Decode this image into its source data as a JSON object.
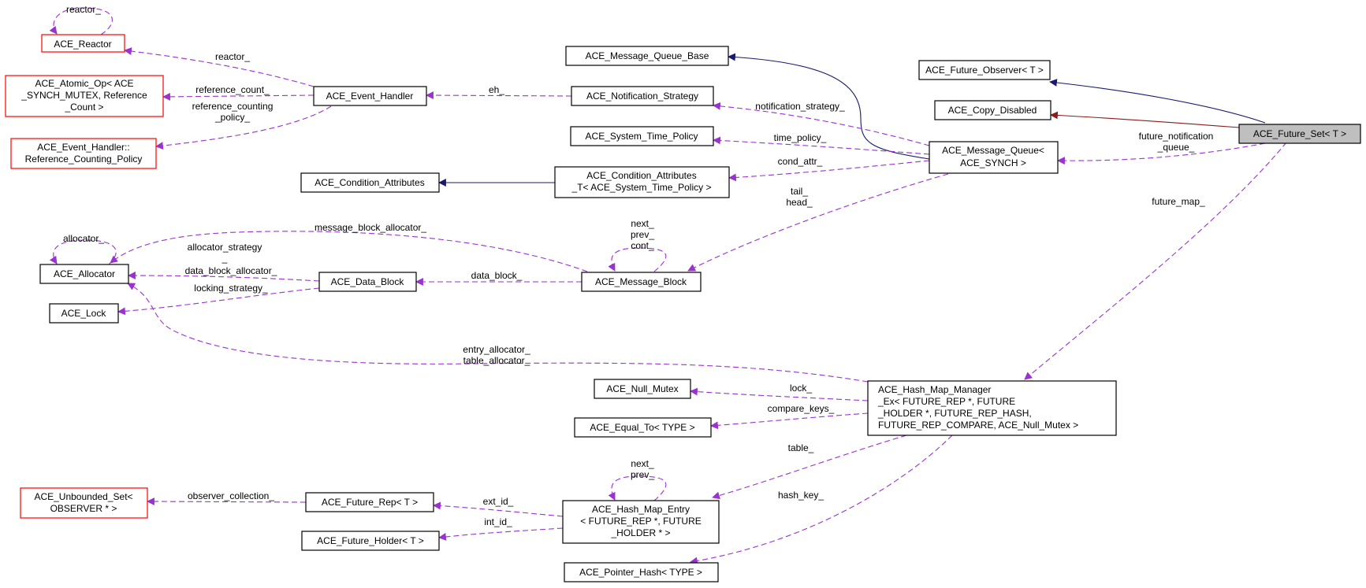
{
  "nodes": {
    "reactor": {
      "lines": [
        "ACE_Reactor"
      ]
    },
    "atomic_op": {
      "lines": [
        "ACE_Atomic_Op< ACE",
        "_SYNCH_MUTEX, Reference",
        "_Count >"
      ]
    },
    "event_handler_policy": {
      "lines": [
        "ACE_Event_Handler::",
        "Reference_Counting_Policy"
      ]
    },
    "event_handler": {
      "lines": [
        "ACE_Event_Handler"
      ]
    },
    "condition_attributes": {
      "lines": [
        "ACE_Condition_Attributes"
      ]
    },
    "allocator": {
      "lines": [
        "ACE_Allocator"
      ]
    },
    "lock": {
      "lines": [
        "ACE_Lock"
      ]
    },
    "data_block": {
      "lines": [
        "ACE_Data_Block"
      ]
    },
    "mq_base": {
      "lines": [
        "ACE_Message_Queue_Base"
      ]
    },
    "notification_strategy": {
      "lines": [
        "ACE_Notification_Strategy"
      ]
    },
    "system_time_policy": {
      "lines": [
        "ACE_System_Time_Policy"
      ]
    },
    "condition_attributes_t": {
      "lines": [
        "ACE_Condition_Attributes",
        "_T< ACE_System_Time_Policy >"
      ]
    },
    "message_block": {
      "lines": [
        "ACE_Message_Block"
      ]
    },
    "future_observer": {
      "lines": [
        "ACE_Future_Observer< T >"
      ]
    },
    "copy_disabled": {
      "lines": [
        "ACE_Copy_Disabled"
      ]
    },
    "message_queue": {
      "lines": [
        "ACE_Message_Queue<",
        "ACE_SYNCH >"
      ]
    },
    "future_set": {
      "lines": [
        "ACE_Future_Set< T >"
      ]
    },
    "null_mutex": {
      "lines": [
        "ACE_Null_Mutex"
      ]
    },
    "equal_to": {
      "lines": [
        "ACE_Equal_To< TYPE >"
      ]
    },
    "hash_map_manager": {
      "lines": [
        "ACE_Hash_Map_Manager",
        "_Ex< FUTURE_REP *, FUTURE",
        "_HOLDER *, FUTURE_REP_HASH,",
        "FUTURE_REP_COMPARE, ACE_Null_Mutex >"
      ]
    },
    "unbounded_set": {
      "lines": [
        "ACE_Unbounded_Set<",
        "OBSERVER * >"
      ]
    },
    "future_rep": {
      "lines": [
        "ACE_Future_Rep< T >"
      ]
    },
    "future_holder": {
      "lines": [
        "ACE_Future_Holder< T >"
      ]
    },
    "hash_map_entry": {
      "lines": [
        "ACE_Hash_Map_Entry",
        "< FUTURE_REP *, FUTURE",
        "_HOLDER * >"
      ]
    },
    "pointer_hash": {
      "lines": [
        "ACE_Pointer_Hash< TYPE >"
      ]
    }
  },
  "edge_labels": {
    "reactor_self": [
      "reactor_"
    ],
    "reactor": [
      "reactor_"
    ],
    "reference_count": [
      "reference_count_"
    ],
    "reference_counting_policy": [
      "reference_counting",
      "_policy_"
    ],
    "eh": [
      "eh_"
    ],
    "allocator_self": [
      "allocator_"
    ],
    "message_block_allocator": [
      "message_block_allocator_"
    ],
    "allocator_strategy": [
      "allocator_strategy",
      "_"
    ],
    "data_block_allocator": [
      "data_block_allocator_"
    ],
    "locking_strategy": [
      "locking_strategy_"
    ],
    "data_block": [
      "data_block_"
    ],
    "message_block_self": [
      "next_",
      "prev_",
      "cont_"
    ],
    "notification_strategy": [
      "notification_strategy_"
    ],
    "time_policy": [
      "time_policy_"
    ],
    "cond_attr": [
      "cond_attr_"
    ],
    "tail_head": [
      "tail_",
      "head_"
    ],
    "future_notification_queue": [
      "future_notification",
      "_queue_"
    ],
    "future_map": [
      "future_map_"
    ],
    "entry_table_allocator": [
      "entry_allocator_",
      "table_allocator_"
    ],
    "lock": [
      "lock_"
    ],
    "compare_keys": [
      "compare_keys_"
    ],
    "table": [
      "table_"
    ],
    "hash_key": [
      "hash_key_"
    ],
    "entry_self": [
      "next_",
      "prev_"
    ],
    "observer_collection": [
      "observer_collection_"
    ],
    "ext_id": [
      "ext_id_"
    ],
    "int_id": [
      "int_id_"
    ]
  },
  "colors": {
    "aggregation_edge": "#9a32cd",
    "inheritance_public": "#191970",
    "inheritance_private": "#8b1a1a",
    "incomplete_node_border": "#ff0000",
    "focus_node_fill": "#bfbfbf"
  }
}
